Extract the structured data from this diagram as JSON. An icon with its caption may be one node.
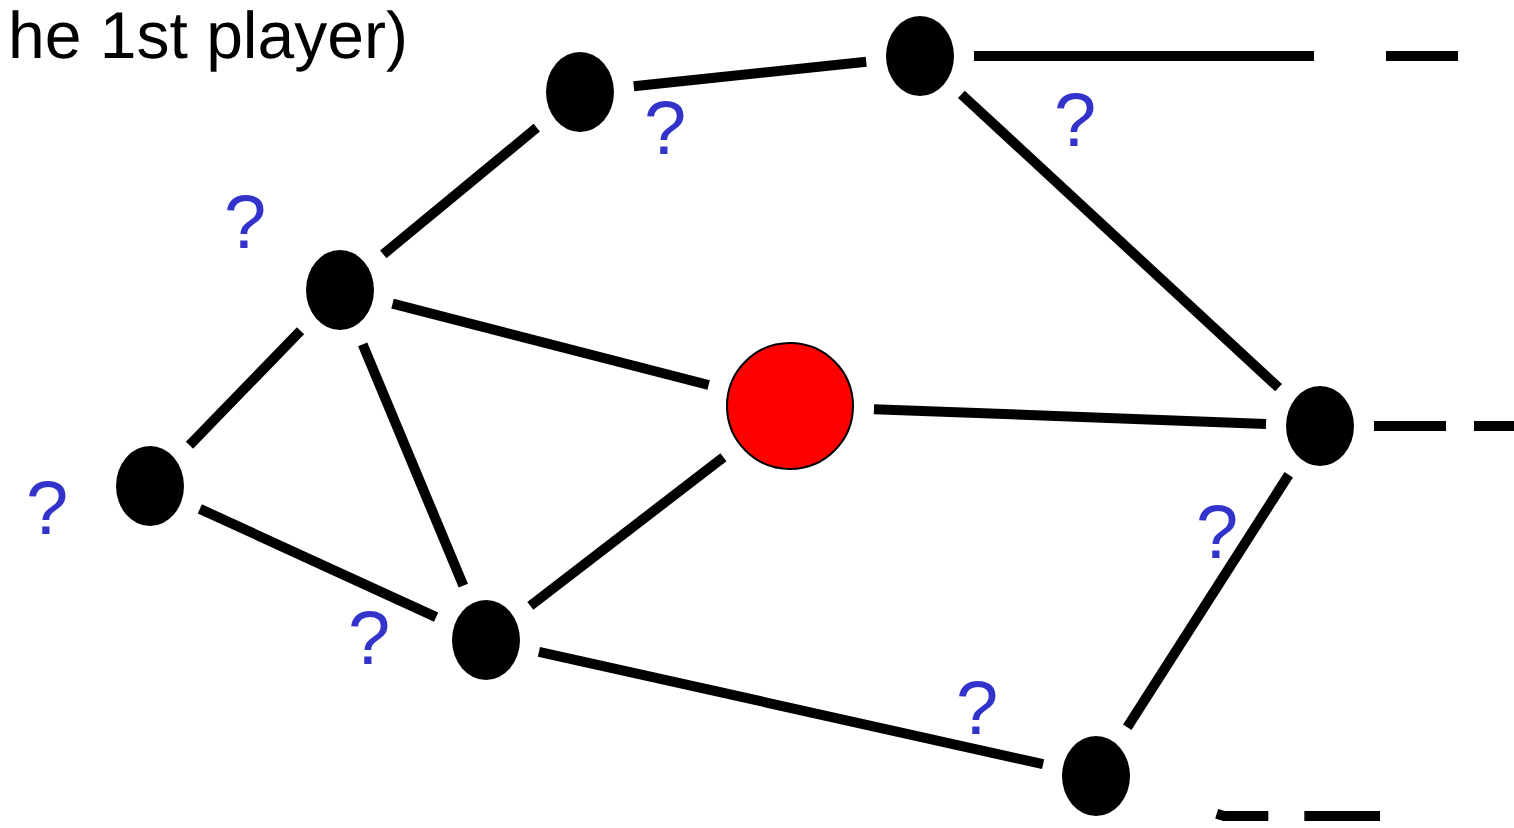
{
  "diagram": {
    "nodes": [
      {
        "text": [],
        "shape": "circle",
        "beside": [
          "?"
        ]
      },
      {
        "text": [],
        "shape": "circle",
        "beside": [
          "?"
        ]
      },
      {
        "text": [],
        "shape": "circle",
        "beside": [
          "?"
        ]
      },
      {
        "text": [],
        "shape": "circle"
      },
      {
        "text": [],
        "shape": "circle",
        "beside": [
          "?"
        ]
      },
      {
        "text": [],
        "shape": "circle",
        "beside": [
          "?"
        ]
      },
      {
        "text": [],
        "shape": "circle",
        "beside": [
          "?"
        ]
      },
      {
        "text": [],
        "shape": "circle",
        "beside": [
          "?"
        ]
      }
    ],
    "edges": [
      {
        "from": 0,
        "to": 1,
        "arrow": "none"
      },
      {
        "from": 0,
        "to": 2,
        "arrow": "none"
      },
      {
        "from": 2,
        "to": 3,
        "arrow": "none"
      },
      {
        "from": 2,
        "to": 5,
        "arrow": "none"
      },
      {
        "from": 2,
        "to": 6,
        "arrow": "none"
      },
      {
        "from": 5,
        "to": 6,
        "arrow": "none"
      },
      {
        "from": 6,
        "to": 3,
        "arrow": "none"
      },
      {
        "from": 3,
        "to": 4,
        "arrow": "none"
      },
      {
        "from": 1,
        "to": 4,
        "arrow": "none"
      },
      {
        "from": 4,
        "to": 7,
        "arrow": "none"
      },
      {
        "from": 6,
        "to": 7,
        "arrow": "none"
      },
      {
        "from": 1,
        "to": null,
        "arrow": "none",
        "style": "dashed"
      },
      {
        "from": 4,
        "to": null,
        "arrow": "none",
        "style": "dashed"
      },
      {
        "from": 7,
        "to": null,
        "arrow": "none",
        "style": "dashed"
      }
    ],
    "labels": [
      "he 1st player)"
    ]
  }
}
